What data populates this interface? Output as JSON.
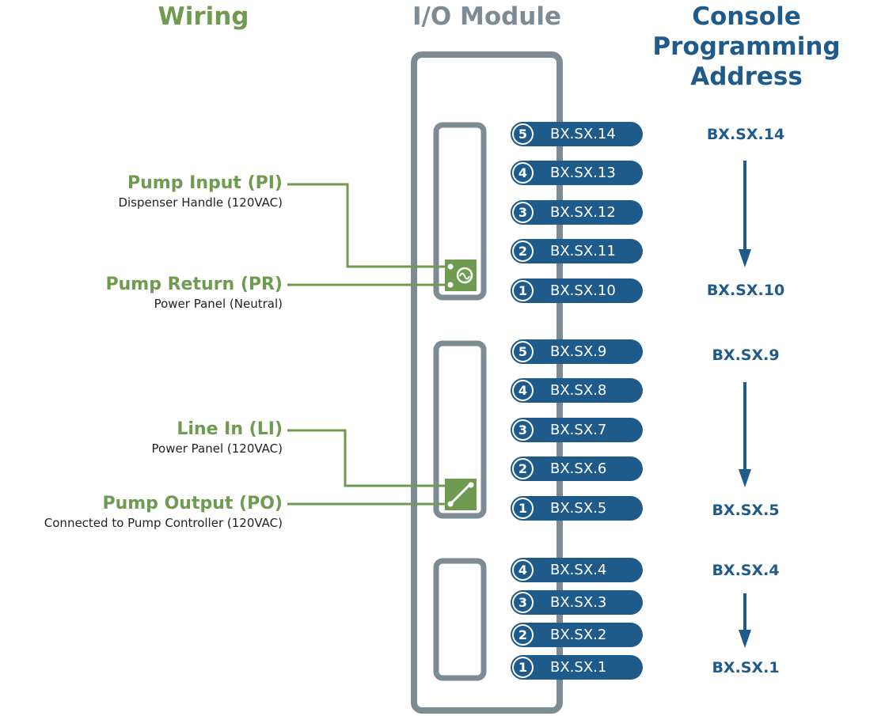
{
  "headers": {
    "wiring": "Wiring",
    "io_module": "I/O Module",
    "console": "Console Programming Address"
  },
  "wiring": [
    {
      "title": "Pump Input (PI)",
      "subtitle": "Dispenser Handle (120VAC)"
    },
    {
      "title": "Pump Return (PR)",
      "subtitle": "Power Panel (Neutral)"
    },
    {
      "title": "Line In (LI)",
      "subtitle": "Power Panel (120VAC)"
    },
    {
      "title": "Pump Output (PO)",
      "subtitle": "Connected to Pump Controller (120VAC)"
    }
  ],
  "groups": [
    {
      "terminals": [
        {
          "num": "5",
          "label": "BX.SX.14"
        },
        {
          "num": "4",
          "label": "BX.SX.13"
        },
        {
          "num": "3",
          "label": "BX.SX.12"
        },
        {
          "num": "2",
          "label": "BX.SX.11"
        },
        {
          "num": "1",
          "label": "BX.SX.10"
        }
      ],
      "address_top": "BX.SX.14",
      "address_bottom": "BX.SX.10"
    },
    {
      "terminals": [
        {
          "num": "5",
          "label": "BX.SX.9"
        },
        {
          "num": "4",
          "label": "BX.SX.8"
        },
        {
          "num": "3",
          "label": "BX.SX.7"
        },
        {
          "num": "2",
          "label": "BX.SX.6"
        },
        {
          "num": "1",
          "label": "BX.SX.5"
        }
      ],
      "address_top": "BX.SX.9",
      "address_bottom": "BX.SX.5"
    },
    {
      "terminals": [
        {
          "num": "4",
          "label": "BX.SX.4"
        },
        {
          "num": "3",
          "label": "BX.SX.3"
        },
        {
          "num": "2",
          "label": "BX.SX.2"
        },
        {
          "num": "1",
          "label": "BX.SX.1"
        }
      ],
      "address_top": "BX.SX.4",
      "address_bottom": "BX.SX.1"
    }
  ],
  "colors": {
    "wiring_green": "#6e9b50",
    "module_gray": "#7d8b95",
    "console_blue": "#1e5a8a",
    "text_dark": "#222222"
  },
  "icons": [
    "ac-input-icon",
    "relay-switch-icon",
    "arrow-down-icon"
  ]
}
